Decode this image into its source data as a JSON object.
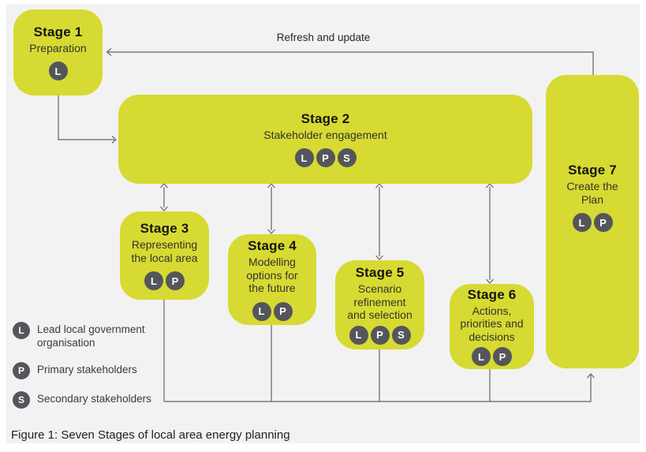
{
  "figure": {
    "caption": "Figure 1: Seven Stages of local area energy planning",
    "refresh_label": "Refresh and update"
  },
  "colors": {
    "panel_background": "#f2f2f3",
    "stage_fill": "#d7da32",
    "badge_fill": "#54565c",
    "badge_text": "#ffffff",
    "connector_line": "#63636c"
  },
  "stages": [
    {
      "title": "Stage 1",
      "subtitle": "Preparation",
      "badges": [
        "L"
      ]
    },
    {
      "title": "Stage 2",
      "subtitle": "Stakeholder engagement",
      "badges": [
        "L",
        "P",
        "S"
      ]
    },
    {
      "title": "Stage 3",
      "subtitle": "Representing the local area",
      "badges": [
        "L",
        "P"
      ]
    },
    {
      "title": "Stage 4",
      "subtitle": "Modelling options for the future",
      "badges": [
        "L",
        "P"
      ]
    },
    {
      "title": "Stage 5",
      "subtitle": "Scenario refinement and selection",
      "badges": [
        "L",
        "P",
        "S"
      ]
    },
    {
      "title": "Stage 6",
      "subtitle": "Actions, priorities and decisions",
      "badges": [
        "L",
        "P"
      ]
    },
    {
      "title": "Stage 7",
      "subtitle": "Create the Plan",
      "badges": [
        "L",
        "P"
      ]
    }
  ],
  "legend": [
    {
      "badge": "L",
      "label": "Lead local government organisation"
    },
    {
      "badge": "P",
      "label": "Primary stakeholders"
    },
    {
      "badge": "S",
      "label": "Secondary stakeholders"
    }
  ]
}
